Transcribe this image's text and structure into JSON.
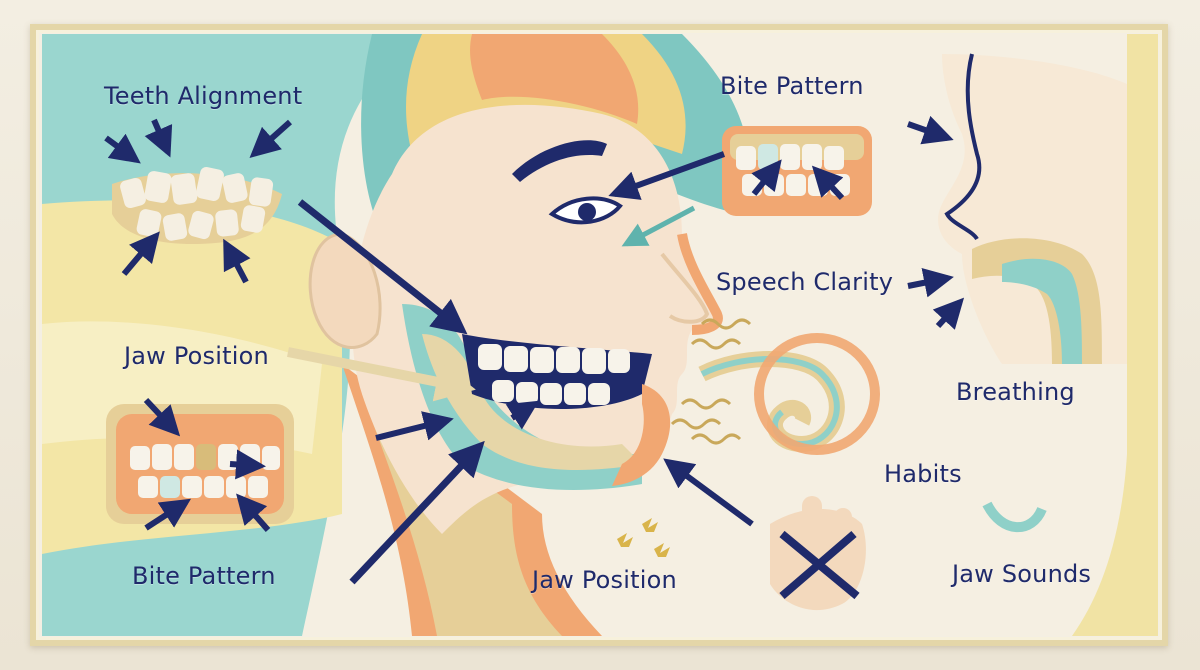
{
  "labels": {
    "teeth_alignment": "Teeth Alignment",
    "bite_pattern_top": "Bite Pattern",
    "speech_clarity": "Speech Clarity",
    "jaw_position_left": "Jaw Position",
    "breathing": "Breathing",
    "habits": "Habits",
    "bite_pattern_bottom": "Bite Pattern",
    "jaw_position_bottom": "Jaw Position",
    "jaw_sounds": "Jaw Sounds"
  },
  "colors": {
    "navy_arrow": "#1f2a6b",
    "teal": "#8fd0c8",
    "pale_yellow": "#f3e6a6",
    "peach": "#f1a772",
    "cream_skin": "#f6e3cf",
    "tan": "#d9c79c"
  }
}
